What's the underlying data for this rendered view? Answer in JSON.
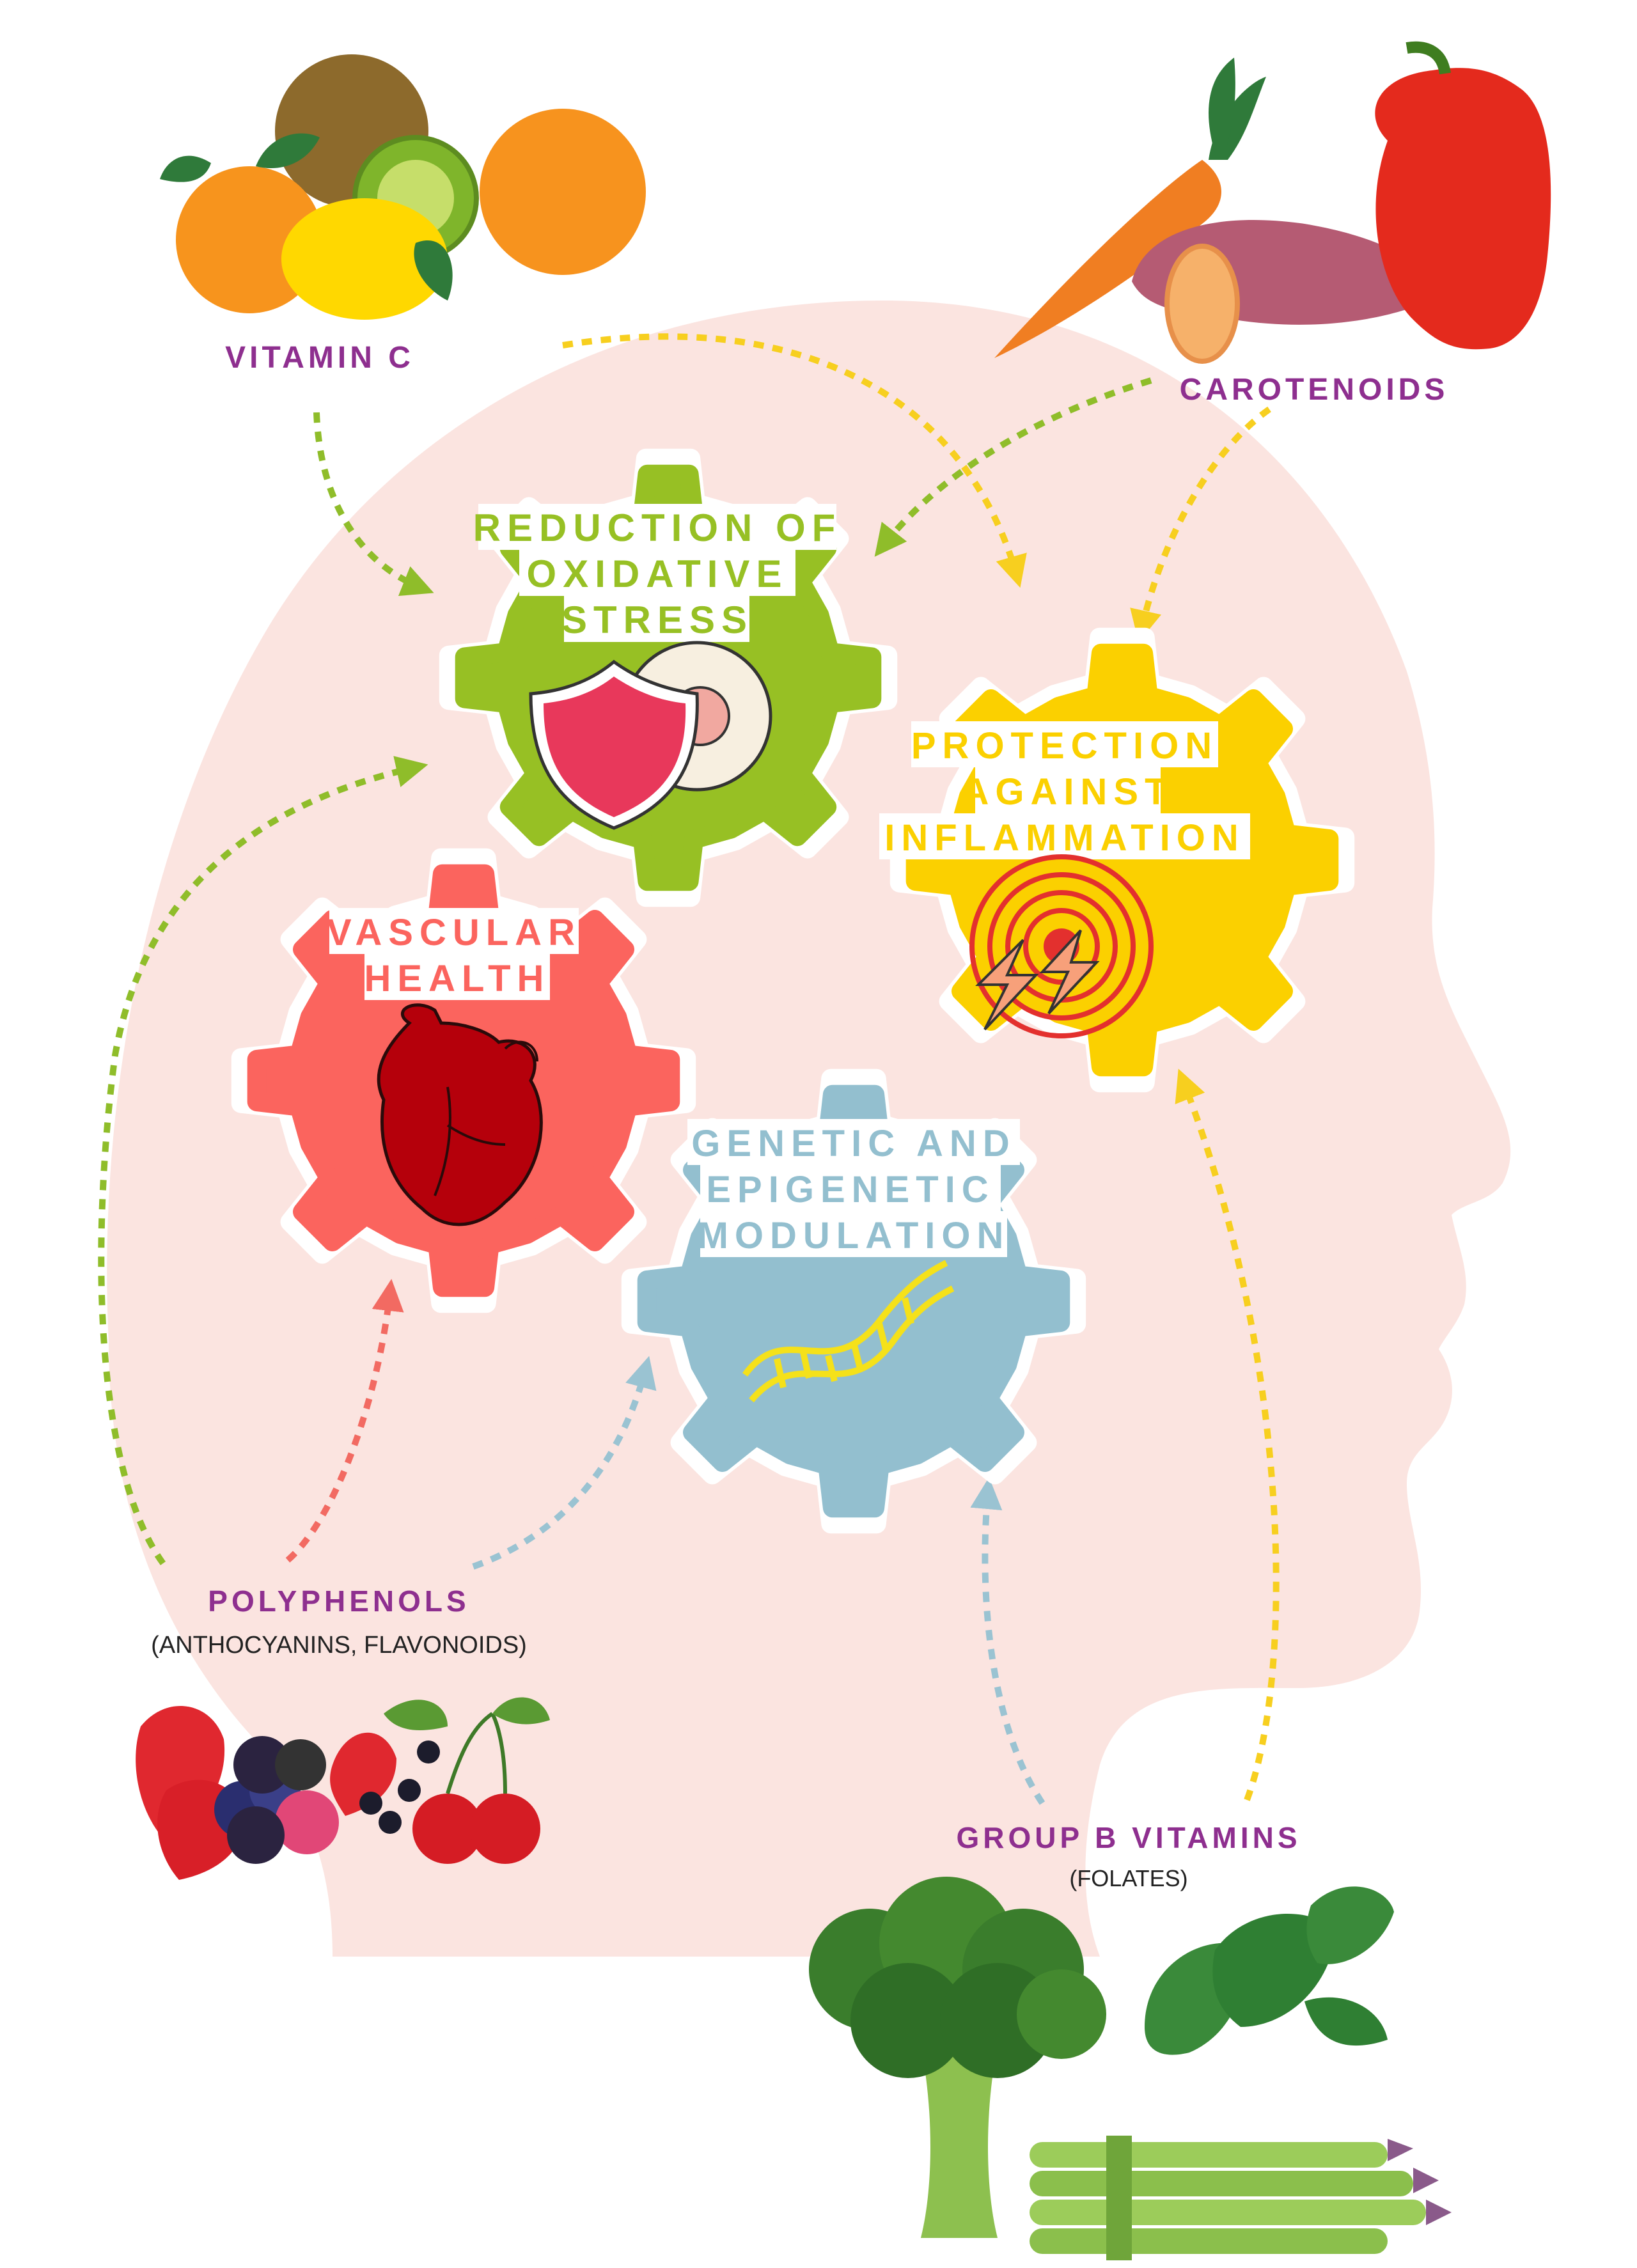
{
  "colors": {
    "head": "#fbe4e0",
    "green_gear": "#97c024",
    "yellow_gear": "#fbd000",
    "red_gear": "#fb645e",
    "blue_gear": "#93bfcf",
    "label_purple": "#8e2f8f",
    "arrow_green": "#8fbd2a",
    "arrow_yellow": "#f7cf1f",
    "arrow_red": "#f26a62",
    "arrow_blue": "#9ac3d2"
  },
  "gears": {
    "oxidative": {
      "lines": [
        "REDUCTION OF",
        "OXIDATIVE",
        "STRESS"
      ],
      "icon": "shield-icon"
    },
    "inflammation": {
      "lines": [
        "PROTECTION",
        "AGAINST",
        "INFLAMMATION"
      ],
      "icon": "inflammation-target-icon"
    },
    "vascular": {
      "lines": [
        "VASCULAR",
        "HEALTH"
      ],
      "icon": "heart-icon"
    },
    "genetic": {
      "lines": [
        "GENETIC AND",
        "EPIGENETIC",
        "MODULATION"
      ],
      "icon": "dna-icon"
    }
  },
  "nutrients": {
    "vitamin_c": {
      "label": "VITAMIN C",
      "icon": "citrus-fruit-icon"
    },
    "carotenoids": {
      "label": "CAROTENOIDS",
      "icon": "carrot-pepper-icon"
    },
    "polyphenols": {
      "label": "POLYPHENOLS",
      "sub": "(ANTHOCYANINS, FLAVONOIDS)",
      "icon": "berries-icon"
    },
    "group_b": {
      "label": "GROUP B VITAMINS",
      "sub": "(FOLATES)",
      "icon": "greens-icon"
    }
  }
}
